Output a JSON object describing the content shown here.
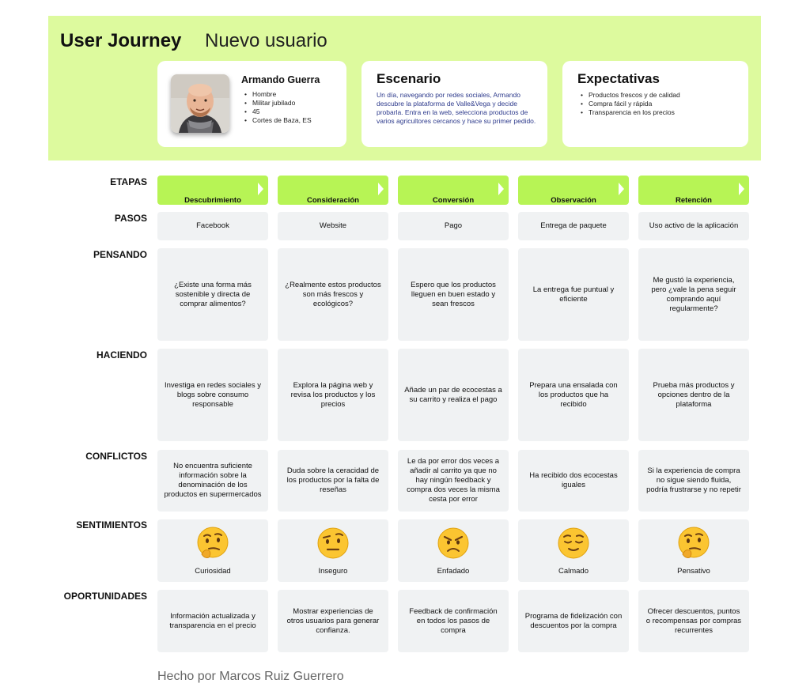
{
  "header": {
    "title": "User Journey",
    "subtitle": "Nuevo usuario",
    "background_color": "#ddfa9e"
  },
  "persona": {
    "name": "Armando Guerra",
    "details": [
      "Hombre",
      "Militar jubilado",
      "45",
      "Cortes de Baza, ES"
    ],
    "avatar_icon": "person-photo"
  },
  "scenario": {
    "title": "Escenario",
    "text": "Un día, navegando por redes sociales, Armando descubre la plataforma de Valle&Vega y decide probarla. Entra en la web, selecciona productos de varios agricultores cercanos y hace su primer pedido."
  },
  "expectations": {
    "title": "Expectativas",
    "items": [
      "Productos frescos y de calidad",
      "Compra fácil y rápida",
      "Transparencia en los precios"
    ]
  },
  "row_labels": {
    "stages": "ETAPAS",
    "steps": "PASOS",
    "thinking": "PENSANDO",
    "doing": "HACIENDO",
    "conflicts": "CONFLICTOS",
    "feelings": "SENTIMIENTOS",
    "opportunities": "OPORTUNIDADES"
  },
  "stage_color": "#b7f455",
  "stages": [
    {
      "name": "Descubrimiento",
      "step": "Facebook",
      "thinking": "¿Existe una forma más sostenible y directa de comprar alimentos?",
      "doing": "Investiga en redes sociales y blogs sobre consumo responsable",
      "conflict": "No encuentra suficiente información sobre la denominación de los productos en supermercados",
      "feeling": "Curiosidad",
      "feeling_icon": "thinking-face-icon",
      "opportunity": "Información actualizada y transparencia en el precio"
    },
    {
      "name": "Consideración",
      "step": "Website",
      "thinking": "¿Realmente estos productos son más frescos y ecológicos?",
      "doing": "Explora la página web y revisa los productos y los precios",
      "conflict": "Duda sobre la ceracidad de los productos por la falta de reseñas",
      "feeling": "Inseguro",
      "feeling_icon": "raised-eyebrow-face-icon",
      "opportunity": "Mostrar experiencias de otros usuarios para generar confianza."
    },
    {
      "name": "Conversión",
      "step": "Pago",
      "thinking": "Espero que los productos lleguen en buen estado y sean frescos",
      "doing": "Añade un par de ecocestas a su carrito y realiza el pago",
      "conflict": "Le da por error dos veces a añadir al carrito ya que no hay ningún feedback y compra dos veces la misma cesta por error",
      "feeling": "Enfadado",
      "feeling_icon": "angry-face-icon",
      "opportunity": "Feedback de confirmación en todos los pasos de compra"
    },
    {
      "name": "Observación",
      "step": "Entrega de paquete",
      "thinking": "La entrega fue puntual y eficiente",
      "doing": "Prepara una ensalada con los productos que ha recibido",
      "conflict": "Ha recibido dos ecocestas iguales",
      "feeling": "Calmado",
      "feeling_icon": "relieved-face-icon",
      "opportunity": "Programa de fidelización con descuentos por la compra"
    },
    {
      "name": "Retención",
      "step": "Uso activo de la aplicación",
      "thinking": "Me gustó la experiencia, pero ¿vale la pena seguir comprando aquí regularmente?",
      "doing": "Prueba más productos y opciones dentro de la plataforma",
      "conflict": "Si la experiencia de compra no sigue siendo fluida, podría frustrarse y no repetir",
      "feeling": "Pensativo",
      "feeling_icon": "thinking-face-icon",
      "opportunity": "Ofrecer descuentos, puntos o recompensas por compras recurrentes"
    }
  ],
  "credit": "Hecho por Marcos Ruiz Guerrero"
}
